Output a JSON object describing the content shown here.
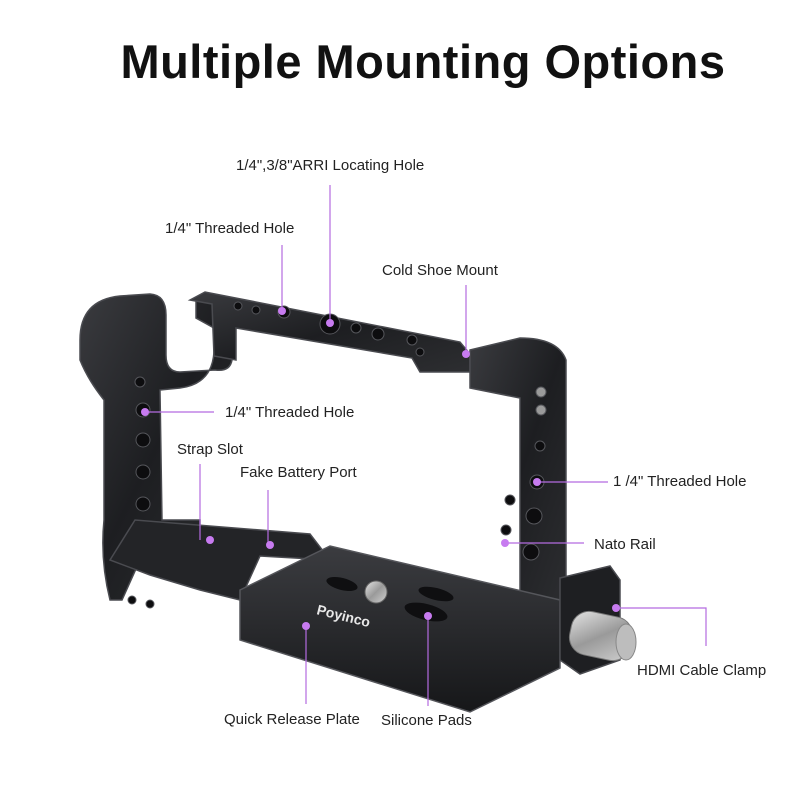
{
  "title": "Multiple Mounting Options",
  "labels": {
    "arri_hole": "1/4\",3/8\"ARRI Locating Hole",
    "threaded_top": "1/4\" Threaded Hole",
    "cold_shoe": "Cold Shoe Mount",
    "threaded_left": "1/4\" Threaded Hole",
    "strap_slot": "Strap Slot",
    "fake_battery": "Fake Battery Port",
    "threaded_right": "1 /4\" Threaded Hole",
    "nato_rail": "Nato Rail",
    "hdmi_clamp": "HDMI Cable Clamp",
    "qr_plate": "Quick Release Plate",
    "silicone": "Silicone Pads"
  },
  "brand_text": "Poyinco",
  "colors": {
    "callout": "#b36be0",
    "dot": "#c77bf0",
    "metal_dark": "#1b1c1e",
    "metal_mid": "#2c2d30",
    "metal_edge": "#4a4b50"
  }
}
